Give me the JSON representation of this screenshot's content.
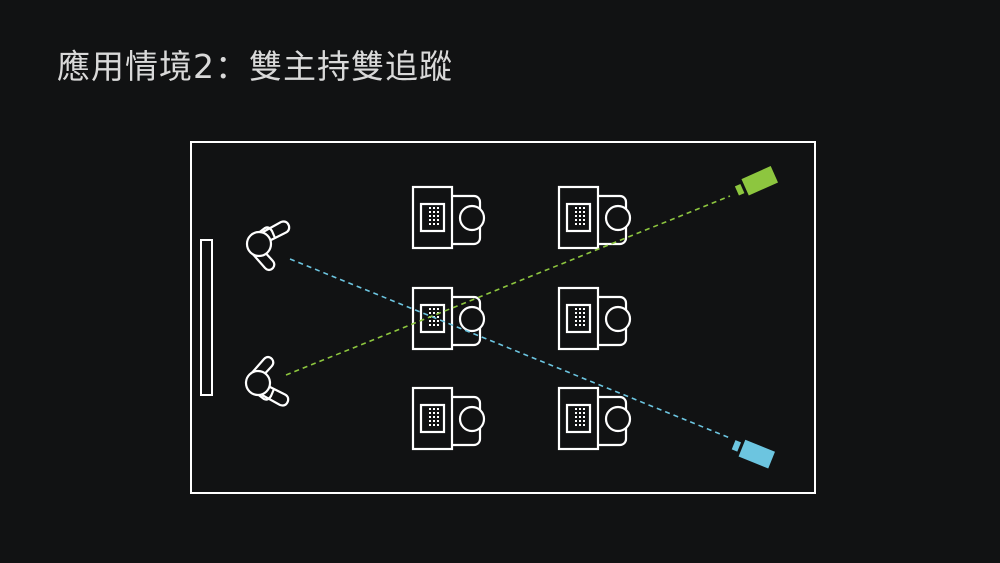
{
  "title": "應用情境2：雙主持雙追蹤",
  "colors": {
    "background": "#111213",
    "outline": "#ffffff",
    "camera_green": "#8dc63f",
    "camera_blue": "#6cc5e0"
  },
  "diagram": {
    "presenters": 2,
    "desks_rows": 3,
    "desks_columns": 2,
    "cameras": [
      "green-camera",
      "blue-camera"
    ]
  }
}
